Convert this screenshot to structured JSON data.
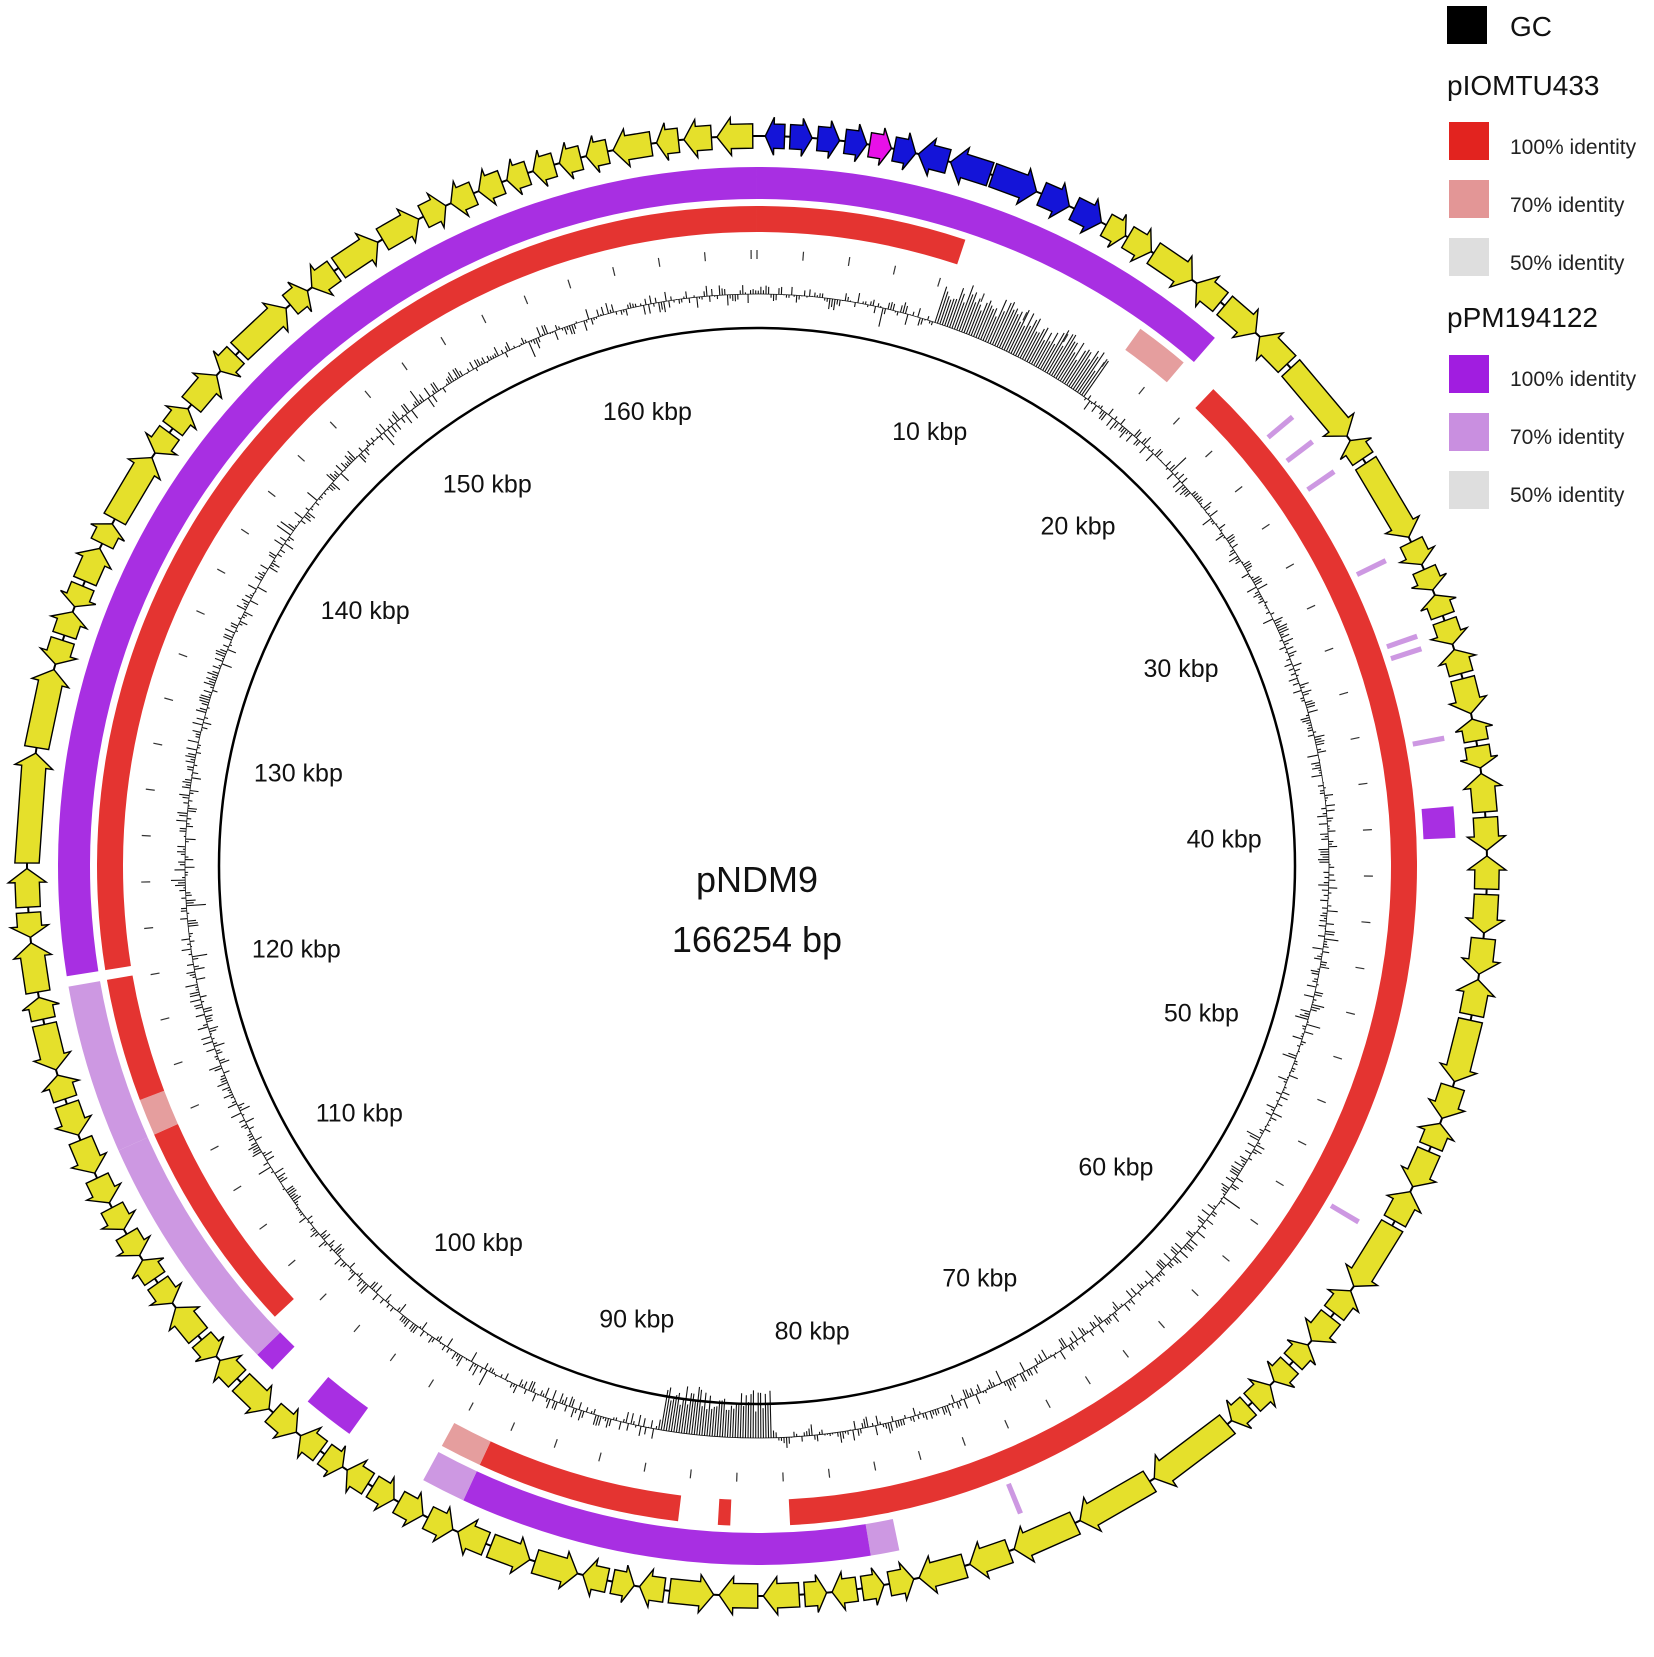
{
  "plasmid": {
    "name": "pNDM9",
    "size_label": "166254 bp",
    "length_bp": 166254
  },
  "ticks": [
    {
      "kbp": 10,
      "label": "10 kbp"
    },
    {
      "kbp": 20,
      "label": "20 kbp"
    },
    {
      "kbp": 30,
      "label": "30 kbp"
    },
    {
      "kbp": 40,
      "label": "40 kbp"
    },
    {
      "kbp": 50,
      "label": "50 kbp"
    },
    {
      "kbp": 60,
      "label": "60 kbp"
    },
    {
      "kbp": 70,
      "label": "70 kbp"
    },
    {
      "kbp": 80,
      "label": "80 kbp"
    },
    {
      "kbp": 90,
      "label": "90 kbp"
    },
    {
      "kbp": 100,
      "label": "100 kbp"
    },
    {
      "kbp": 110,
      "label": "110 kbp"
    },
    {
      "kbp": 120,
      "label": "120 kbp"
    },
    {
      "kbp": 130,
      "label": "130 kbp"
    },
    {
      "kbp": 140,
      "label": "140 kbp"
    },
    {
      "kbp": 150,
      "label": "150 kbp"
    },
    {
      "kbp": 160,
      "label": "160 kbp"
    }
  ],
  "legend": {
    "gc_label": "GC",
    "groups": [
      {
        "name": "pIOMTU433",
        "items": [
          {
            "label": "100% identity",
            "color": "#e2231f"
          },
          {
            "label": "70% identity",
            "color": "#e39696"
          },
          {
            "label": "50% identity",
            "color": "#dedede"
          }
        ]
      },
      {
        "name": "pPM194122",
        "items": [
          {
            "label": "100% identity",
            "color": "#a11de0"
          },
          {
            "label": "70% identity",
            "color": "#c98fe0"
          },
          {
            "label": "50% identity",
            "color": "#dedede"
          }
        ]
      }
    ]
  },
  "colors": {
    "gc": "#111111",
    "backbone": "#000000",
    "gene_default": "#e5e02b",
    "gene_mobile": "#1414d8",
    "gene_resistance": "#e810e8",
    "pIOMTU433_100": "#e2231f",
    "pIOMTU433_70": "#e39696",
    "pPM194122_100": "#a11de0",
    "pPM194122_70": "#c98fe0"
  },
  "tracks": {
    "pIOMTU433": [
      {
        "start_kbp": 0.0,
        "end_kbp": 8.5,
        "identity": 100
      },
      {
        "start_kbp": 16.4,
        "end_kbp": 18.6,
        "identity": 70
      },
      {
        "start_kbp": 20.2,
        "end_kbp": 81.8,
        "identity": 100
      },
      {
        "start_kbp": 84.2,
        "end_kbp": 84.7,
        "identity": 100
      },
      {
        "start_kbp": 86.3,
        "end_kbp": 94.6,
        "identity": 100
      },
      {
        "start_kbp": 94.6,
        "end_kbp": 96.3,
        "identity": 70
      },
      {
        "start_kbp": 104.8,
        "end_kbp": 113.6,
        "identity": 100
      },
      {
        "start_kbp": 113.6,
        "end_kbp": 115.1,
        "identity": 70
      },
      {
        "start_kbp": 115.1,
        "end_kbp": 120.1,
        "identity": 100
      },
      {
        "start_kbp": 120.5,
        "end_kbp": 166.254,
        "identity": 100
      }
    ],
    "pPM194122": [
      {
        "start_kbp": 0.0,
        "end_kbp": 18.9,
        "identity": 100
      },
      {
        "start_kbp": 23.0,
        "end_kbp": 23.2,
        "identity": 70
      },
      {
        "start_kbp": 24.2,
        "end_kbp": 24.4,
        "identity": 70
      },
      {
        "start_kbp": 25.6,
        "end_kbp": 25.8,
        "identity": 70
      },
      {
        "start_kbp": 29.5,
        "end_kbp": 29.7,
        "identity": 70
      },
      {
        "start_kbp": 32.6,
        "end_kbp": 32.8,
        "identity": 70
      },
      {
        "start_kbp": 33.1,
        "end_kbp": 33.3,
        "identity": 70
      },
      {
        "start_kbp": 36.6,
        "end_kbp": 36.8,
        "identity": 70
      },
      {
        "start_kbp": 39.3,
        "end_kbp": 40.5,
        "identity": 100
      },
      {
        "start_kbp": 55.6,
        "end_kbp": 55.8,
        "identity": 70
      },
      {
        "start_kbp": 72.8,
        "end_kbp": 73.0,
        "identity": 70
      },
      {
        "start_kbp": 77.7,
        "end_kbp": 78.8,
        "identity": 70
      },
      {
        "start_kbp": 78.8,
        "end_kbp": 94.6,
        "identity": 100
      },
      {
        "start_kbp": 94.6,
        "end_kbp": 96.3,
        "identity": 70
      },
      {
        "start_kbp": 99.6,
        "end_kbp": 101.6,
        "identity": 100
      },
      {
        "start_kbp": 103.4,
        "end_kbp": 104.2,
        "identity": 100
      },
      {
        "start_kbp": 104.2,
        "end_kbp": 113.6,
        "identity": 70
      },
      {
        "start_kbp": 113.6,
        "end_kbp": 120.1,
        "identity": 70
      },
      {
        "start_kbp": 120.5,
        "end_kbp": 166.254,
        "identity": 100
      }
    ]
  },
  "gc_spikes": [
    {
      "start_kbp": 8.3,
      "end_kbp": 16.2,
      "direction": "up"
    },
    {
      "start_kbp": 82.4,
      "end_kbp": 87.6,
      "direction": "down"
    }
  ],
  "genes": [
    {
      "start_kbp": 0.3,
      "end_kbp": 1.0,
      "strand": -1,
      "type": "mobile"
    },
    {
      "start_kbp": 1.2,
      "end_kbp": 2.0,
      "strand": 1,
      "type": "mobile"
    },
    {
      "start_kbp": 2.2,
      "end_kbp": 3.0,
      "strand": 1,
      "type": "mobile"
    },
    {
      "start_kbp": 3.2,
      "end_kbp": 4.0,
      "strand": 1,
      "type": "mobile"
    },
    {
      "start_kbp": 4.1,
      "end_kbp": 4.9,
      "strand": 1,
      "type": "resistance"
    },
    {
      "start_kbp": 5.0,
      "end_kbp": 5.8,
      "strand": 1,
      "type": "mobile"
    },
    {
      "start_kbp": 5.9,
      "end_kbp": 7.0,
      "strand": -1,
      "type": "mobile"
    },
    {
      "start_kbp": 7.1,
      "end_kbp": 8.6,
      "strand": -1,
      "type": "mobile"
    },
    {
      "start_kbp": 8.7,
      "end_kbp": 10.4,
      "strand": 1,
      "type": "mobile"
    },
    {
      "start_kbp": 10.6,
      "end_kbp": 11.7,
      "strand": 1,
      "type": "mobile"
    },
    {
      "start_kbp": 11.9,
      "end_kbp": 13.0,
      "strand": 1,
      "type": "mobile"
    },
    {
      "start_kbp": 13.2,
      "end_kbp": 14.0,
      "strand": 1,
      "type": "default"
    },
    {
      "start_kbp": 14.1,
      "end_kbp": 15.1,
      "strand": 1,
      "type": "default"
    },
    {
      "start_kbp": 15.2,
      "end_kbp": 16.9,
      "strand": 1,
      "type": "default"
    },
    {
      "start_kbp": 17.1,
      "end_kbp": 18.2,
      "strand": -1,
      "type": "default"
    },
    {
      "start_kbp": 18.4,
      "end_kbp": 19.9,
      "strand": 1,
      "type": "default"
    },
    {
      "start_kbp": 20.1,
      "end_kbp": 21.5,
      "strand": -1,
      "type": "default"
    },
    {
      "start_kbp": 21.7,
      "end_kbp": 24.9,
      "strand": 1,
      "type": "default"
    },
    {
      "start_kbp": 25.1,
      "end_kbp": 25.9,
      "strand": -1,
      "type": "default"
    },
    {
      "start_kbp": 26.1,
      "end_kbp": 29.2,
      "strand": 1,
      "type": "default"
    },
    {
      "start_kbp": 29.4,
      "end_kbp": 30.3,
      "strand": 1,
      "type": "default"
    },
    {
      "start_kbp": 30.5,
      "end_kbp": 31.3,
      "strand": 1,
      "type": "default"
    },
    {
      "start_kbp": 31.5,
      "end_kbp": 32.3,
      "strand": -1,
      "type": "default"
    },
    {
      "start_kbp": 32.5,
      "end_kbp": 33.4,
      "strand": 1,
      "type": "default"
    },
    {
      "start_kbp": 33.6,
      "end_kbp": 34.5,
      "strand": -1,
      "type": "default"
    },
    {
      "start_kbp": 34.7,
      "end_kbp": 36.0,
      "strand": 1,
      "type": "default"
    },
    {
      "start_kbp": 36.2,
      "end_kbp": 37.0,
      "strand": -1,
      "type": "default"
    },
    {
      "start_kbp": 37.2,
      "end_kbp": 38.0,
      "strand": 1,
      "type": "default"
    },
    {
      "start_kbp": 38.2,
      "end_kbp": 39.6,
      "strand": -1,
      "type": "default"
    },
    {
      "start_kbp": 39.8,
      "end_kbp": 41.0,
      "strand": 1,
      "type": "default"
    },
    {
      "start_kbp": 41.2,
      "end_kbp": 42.4,
      "strand": -1,
      "type": "default"
    },
    {
      "start_kbp": 42.6,
      "end_kbp": 44.0,
      "strand": 1,
      "type": "default"
    },
    {
      "start_kbp": 44.2,
      "end_kbp": 45.5,
      "strand": 1,
      "type": "default"
    },
    {
      "start_kbp": 45.7,
      "end_kbp": 47.0,
      "strand": -1,
      "type": "default"
    },
    {
      "start_kbp": 47.2,
      "end_kbp": 49.5,
      "strand": 1,
      "type": "default"
    },
    {
      "start_kbp": 49.7,
      "end_kbp": 50.9,
      "strand": 1,
      "type": "default"
    },
    {
      "start_kbp": 51.1,
      "end_kbp": 52.0,
      "strand": -1,
      "type": "default"
    },
    {
      "start_kbp": 52.2,
      "end_kbp": 53.6,
      "strand": 1,
      "type": "default"
    },
    {
      "start_kbp": 53.8,
      "end_kbp": 55.0,
      "strand": -1,
      "type": "default"
    },
    {
      "start_kbp": 55.2,
      "end_kbp": 57.8,
      "strand": 1,
      "type": "default"
    },
    {
      "start_kbp": 58.0,
      "end_kbp": 59.0,
      "strand": -1,
      "type": "default"
    },
    {
      "start_kbp": 59.2,
      "end_kbp": 60.3,
      "strand": 1,
      "type": "default"
    },
    {
      "start_kbp": 60.5,
      "end_kbp": 61.3,
      "strand": -1,
      "type": "default"
    },
    {
      "start_kbp": 61.5,
      "end_kbp": 62.3,
      "strand": 1,
      "type": "default"
    },
    {
      "start_kbp": 62.5,
      "end_kbp": 63.4,
      "strand": -1,
      "type": "default"
    },
    {
      "start_kbp": 63.6,
      "end_kbp": 64.4,
      "strand": 1,
      "type": "default"
    },
    {
      "start_kbp": 64.6,
      "end_kbp": 67.9,
      "strand": 1,
      "type": "default"
    },
    {
      "start_kbp": 68.1,
      "end_kbp": 71.0,
      "strand": 1,
      "type": "default"
    },
    {
      "start_kbp": 71.2,
      "end_kbp": 73.6,
      "strand": 1,
      "type": "default"
    },
    {
      "start_kbp": 73.8,
      "end_kbp": 75.3,
      "strand": 1,
      "type": "default"
    },
    {
      "start_kbp": 75.5,
      "end_kbp": 77.2,
      "strand": 1,
      "type": "default"
    },
    {
      "start_kbp": 77.4,
      "end_kbp": 78.3,
      "strand": -1,
      "type": "default"
    },
    {
      "start_kbp": 78.5,
      "end_kbp": 79.3,
      "strand": -1,
      "type": "default"
    },
    {
      "start_kbp": 79.5,
      "end_kbp": 80.4,
      "strand": 1,
      "type": "default"
    },
    {
      "start_kbp": 80.6,
      "end_kbp": 81.4,
      "strand": -1,
      "type": "default"
    },
    {
      "start_kbp": 81.6,
      "end_kbp": 82.9,
      "strand": 1,
      "type": "default"
    },
    {
      "start_kbp": 83.1,
      "end_kbp": 84.5,
      "strand": 1,
      "type": "default"
    },
    {
      "start_kbp": 84.7,
      "end_kbp": 86.3,
      "strand": -1,
      "type": "default"
    },
    {
      "start_kbp": 86.5,
      "end_kbp": 87.4,
      "strand": 1,
      "type": "default"
    },
    {
      "start_kbp": 87.6,
      "end_kbp": 88.4,
      "strand": -1,
      "type": "default"
    },
    {
      "start_kbp": 88.6,
      "end_kbp": 89.5,
      "strand": 1,
      "type": "default"
    },
    {
      "start_kbp": 89.7,
      "end_kbp": 91.3,
      "strand": -1,
      "type": "default"
    },
    {
      "start_kbp": 91.5,
      "end_kbp": 93.0,
      "strand": -1,
      "type": "default"
    },
    {
      "start_kbp": 93.2,
      "end_kbp": 94.3,
      "strand": 1,
      "type": "default"
    },
    {
      "start_kbp": 94.5,
      "end_kbp": 95.5,
      "strand": -1,
      "type": "default"
    },
    {
      "start_kbp": 95.7,
      "end_kbp": 96.7,
      "strand": -1,
      "type": "default"
    },
    {
      "start_kbp": 96.9,
      "end_kbp": 97.8,
      "strand": -1,
      "type": "default"
    },
    {
      "start_kbp": 98.0,
      "end_kbp": 98.9,
      "strand": 1,
      "type": "default"
    },
    {
      "start_kbp": 99.1,
      "end_kbp": 99.9,
      "strand": -1,
      "type": "default"
    },
    {
      "start_kbp": 100.1,
      "end_kbp": 101.0,
      "strand": 1,
      "type": "default"
    },
    {
      "start_kbp": 101.2,
      "end_kbp": 102.3,
      "strand": -1,
      "type": "default"
    },
    {
      "start_kbp": 102.5,
      "end_kbp": 103.9,
      "strand": -1,
      "type": "default"
    },
    {
      "start_kbp": 104.1,
      "end_kbp": 105.0,
      "strand": 1,
      "type": "default"
    },
    {
      "start_kbp": 105.2,
      "end_kbp": 106.0,
      "strand": -1,
      "type": "default"
    },
    {
      "start_kbp": 106.2,
      "end_kbp": 107.5,
      "strand": 1,
      "type": "default"
    },
    {
      "start_kbp": 107.7,
      "end_kbp": 108.6,
      "strand": -1,
      "type": "default"
    },
    {
      "start_kbp": 108.8,
      "end_kbp": 109.6,
      "strand": 1,
      "type": "default"
    },
    {
      "start_kbp": 109.8,
      "end_kbp": 110.7,
      "strand": -1,
      "type": "default"
    },
    {
      "start_kbp": 110.9,
      "end_kbp": 111.8,
      "strand": -1,
      "type": "default"
    },
    {
      "start_kbp": 112.0,
      "end_kbp": 113.0,
      "strand": -1,
      "type": "default"
    },
    {
      "start_kbp": 113.2,
      "end_kbp": 114.5,
      "strand": -1,
      "type": "default"
    },
    {
      "start_kbp": 114.7,
      "end_kbp": 115.9,
      "strand": -1,
      "type": "default"
    },
    {
      "start_kbp": 116.1,
      "end_kbp": 117.0,
      "strand": 1,
      "type": "default"
    },
    {
      "start_kbp": 117.2,
      "end_kbp": 118.9,
      "strand": -1,
      "type": "default"
    },
    {
      "start_kbp": 119.1,
      "end_kbp": 119.9,
      "strand": 1,
      "type": "default"
    },
    {
      "start_kbp": 120.1,
      "end_kbp": 121.9,
      "strand": 1,
      "type": "default"
    },
    {
      "start_kbp": 122.1,
      "end_kbp": 123.0,
      "strand": -1,
      "type": "default"
    },
    {
      "start_kbp": 123.2,
      "end_kbp": 124.6,
      "strand": 1,
      "type": "default"
    },
    {
      "start_kbp": 124.8,
      "end_kbp": 128.8,
      "strand": 1,
      "type": "default"
    },
    {
      "start_kbp": 129.0,
      "end_kbp": 131.9,
      "strand": 1,
      "type": "default"
    },
    {
      "start_kbp": 132.1,
      "end_kbp": 133.0,
      "strand": -1,
      "type": "default"
    },
    {
      "start_kbp": 133.2,
      "end_kbp": 134.1,
      "strand": 1,
      "type": "default"
    },
    {
      "start_kbp": 134.3,
      "end_kbp": 135.1,
      "strand": -1,
      "type": "default"
    },
    {
      "start_kbp": 135.3,
      "end_kbp": 136.6,
      "strand": 1,
      "type": "default"
    },
    {
      "start_kbp": 136.8,
      "end_kbp": 137.6,
      "strand": 1,
      "type": "default"
    },
    {
      "start_kbp": 137.8,
      "end_kbp": 140.4,
      "strand": 1,
      "type": "default"
    },
    {
      "start_kbp": 140.6,
      "end_kbp": 141.5,
      "strand": -1,
      "type": "default"
    },
    {
      "start_kbp": 141.7,
      "end_kbp": 142.6,
      "strand": 1,
      "type": "default"
    },
    {
      "start_kbp": 142.8,
      "end_kbp": 144.2,
      "strand": 1,
      "type": "default"
    },
    {
      "start_kbp": 144.4,
      "end_kbp": 145.2,
      "strand": -1,
      "type": "default"
    },
    {
      "start_kbp": 145.4,
      "end_kbp": 147.7,
      "strand": 1,
      "type": "default"
    },
    {
      "start_kbp": 147.9,
      "end_kbp": 148.7,
      "strand": 1,
      "type": "default"
    },
    {
      "start_kbp": 148.9,
      "end_kbp": 149.9,
      "strand": -1,
      "type": "default"
    },
    {
      "start_kbp": 150.1,
      "end_kbp": 151.8,
      "strand": 1,
      "type": "default"
    },
    {
      "start_kbp": 152.0,
      "end_kbp": 153.5,
      "strand": 1,
      "type": "default"
    },
    {
      "start_kbp": 153.7,
      "end_kbp": 154.6,
      "strand": 1,
      "type": "default"
    },
    {
      "start_kbp": 154.8,
      "end_kbp": 155.7,
      "strand": -1,
      "type": "default"
    },
    {
      "start_kbp": 155.9,
      "end_kbp": 156.8,
      "strand": -1,
      "type": "default"
    },
    {
      "start_kbp": 157.0,
      "end_kbp": 157.8,
      "strand": -1,
      "type": "default"
    },
    {
      "start_kbp": 158.0,
      "end_kbp": 158.8,
      "strand": -1,
      "type": "default"
    },
    {
      "start_kbp": 159.0,
      "end_kbp": 159.8,
      "strand": -1,
      "type": "default"
    },
    {
      "start_kbp": 160.0,
      "end_kbp": 160.8,
      "strand": -1,
      "type": "default"
    },
    {
      "start_kbp": 161.0,
      "end_kbp": 162.4,
      "strand": -1,
      "type": "default"
    },
    {
      "start_kbp": 162.6,
      "end_kbp": 163.4,
      "strand": -1,
      "type": "default"
    },
    {
      "start_kbp": 163.6,
      "end_kbp": 164.6,
      "strand": -1,
      "type": "default"
    },
    {
      "start_kbp": 164.8,
      "end_kbp": 166.1,
      "strand": -1,
      "type": "default"
    }
  ]
}
